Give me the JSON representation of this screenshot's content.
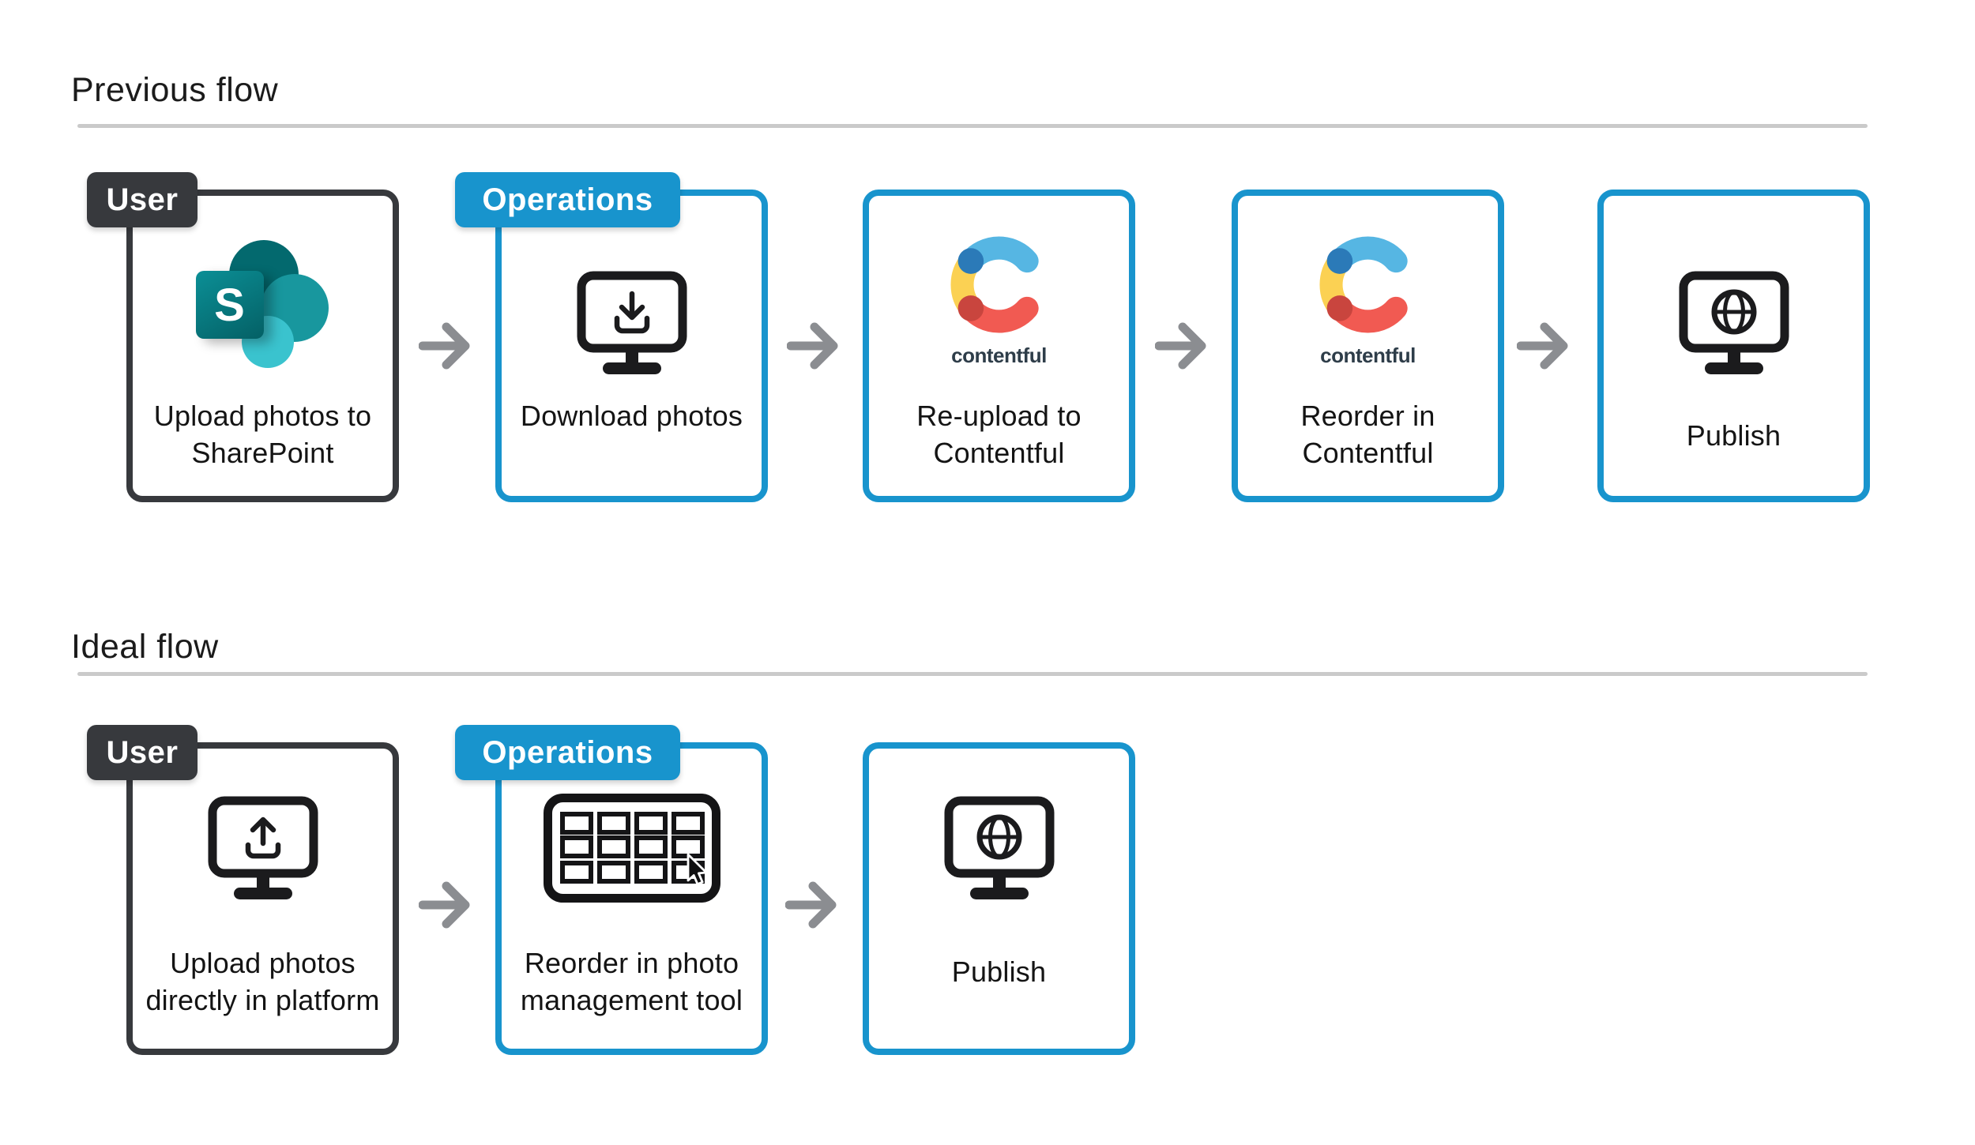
{
  "colors": {
    "accent_blue": "#1894cd",
    "dark_charcoal": "#37393d",
    "arrow_gray": "#8b8d91",
    "divider_gray": "#cacaca",
    "text_ink": "#1b1b1b",
    "contentful_blue": "#56b6e3",
    "contentful_yellow": "#fbd153",
    "contentful_red": "#f15a52",
    "contentful_dot_blue": "#2b7ab8",
    "contentful_dot_red": "#c9453e",
    "sharepoint_dark_teal": "#03696e",
    "sharepoint_teal": "#18979e",
    "sharepoint_cyan": "#3ac3ce"
  },
  "sections": [
    {
      "title": "Previous flow",
      "boxes": [
        {
          "badge": "User",
          "icon": "sharepoint-logo",
          "icon_letter": "S",
          "lines": [
            "Upload photos to",
            "SharePoint"
          ]
        },
        {
          "badge": "Operations",
          "icon": "monitor-download-icon",
          "lines": [
            "Download photos"
          ]
        },
        {
          "icon": "contentful-logo",
          "icon_text": "contentful",
          "lines": [
            "Re-upload to",
            "Contentful"
          ]
        },
        {
          "icon": "contentful-logo",
          "icon_text": "contentful",
          "lines": [
            "Reorder in",
            "Contentful"
          ]
        },
        {
          "icon": "monitor-globe-icon",
          "lines": [
            "Publish"
          ]
        }
      ]
    },
    {
      "title": "Ideal flow",
      "boxes": [
        {
          "badge": "User",
          "icon": "monitor-upload-icon",
          "lines": [
            "Upload photos",
            "directly in platform"
          ]
        },
        {
          "badge": "Operations",
          "icon": "photo-grid-cursor-icon",
          "lines": [
            "Reorder in photo",
            "management tool"
          ]
        },
        {
          "icon": "monitor-globe-icon",
          "lines": [
            "Publish"
          ]
        }
      ]
    }
  ]
}
